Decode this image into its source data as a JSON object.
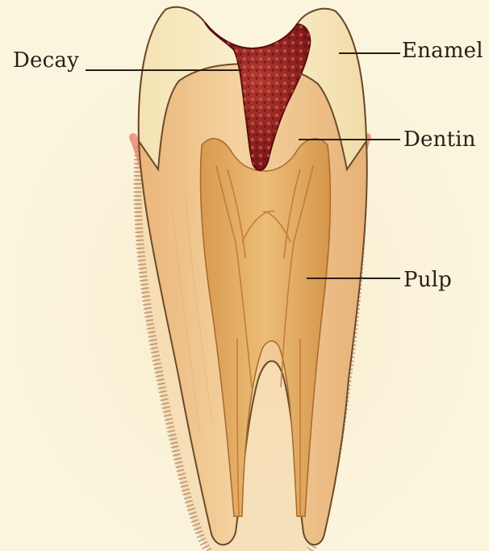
{
  "labels": {
    "decay": "Decay",
    "enamel": "Enamel",
    "dentin": "Dentin",
    "pulp": "Pulp"
  },
  "colors": {
    "background": "#fbf5de",
    "enamel": "#f9ecc4",
    "dentin": "#f0c98f",
    "pulp": "#e3ad62",
    "decay": "#8c1f1c",
    "gum": "#e8a07a",
    "leader_line": "#2a2018"
  }
}
